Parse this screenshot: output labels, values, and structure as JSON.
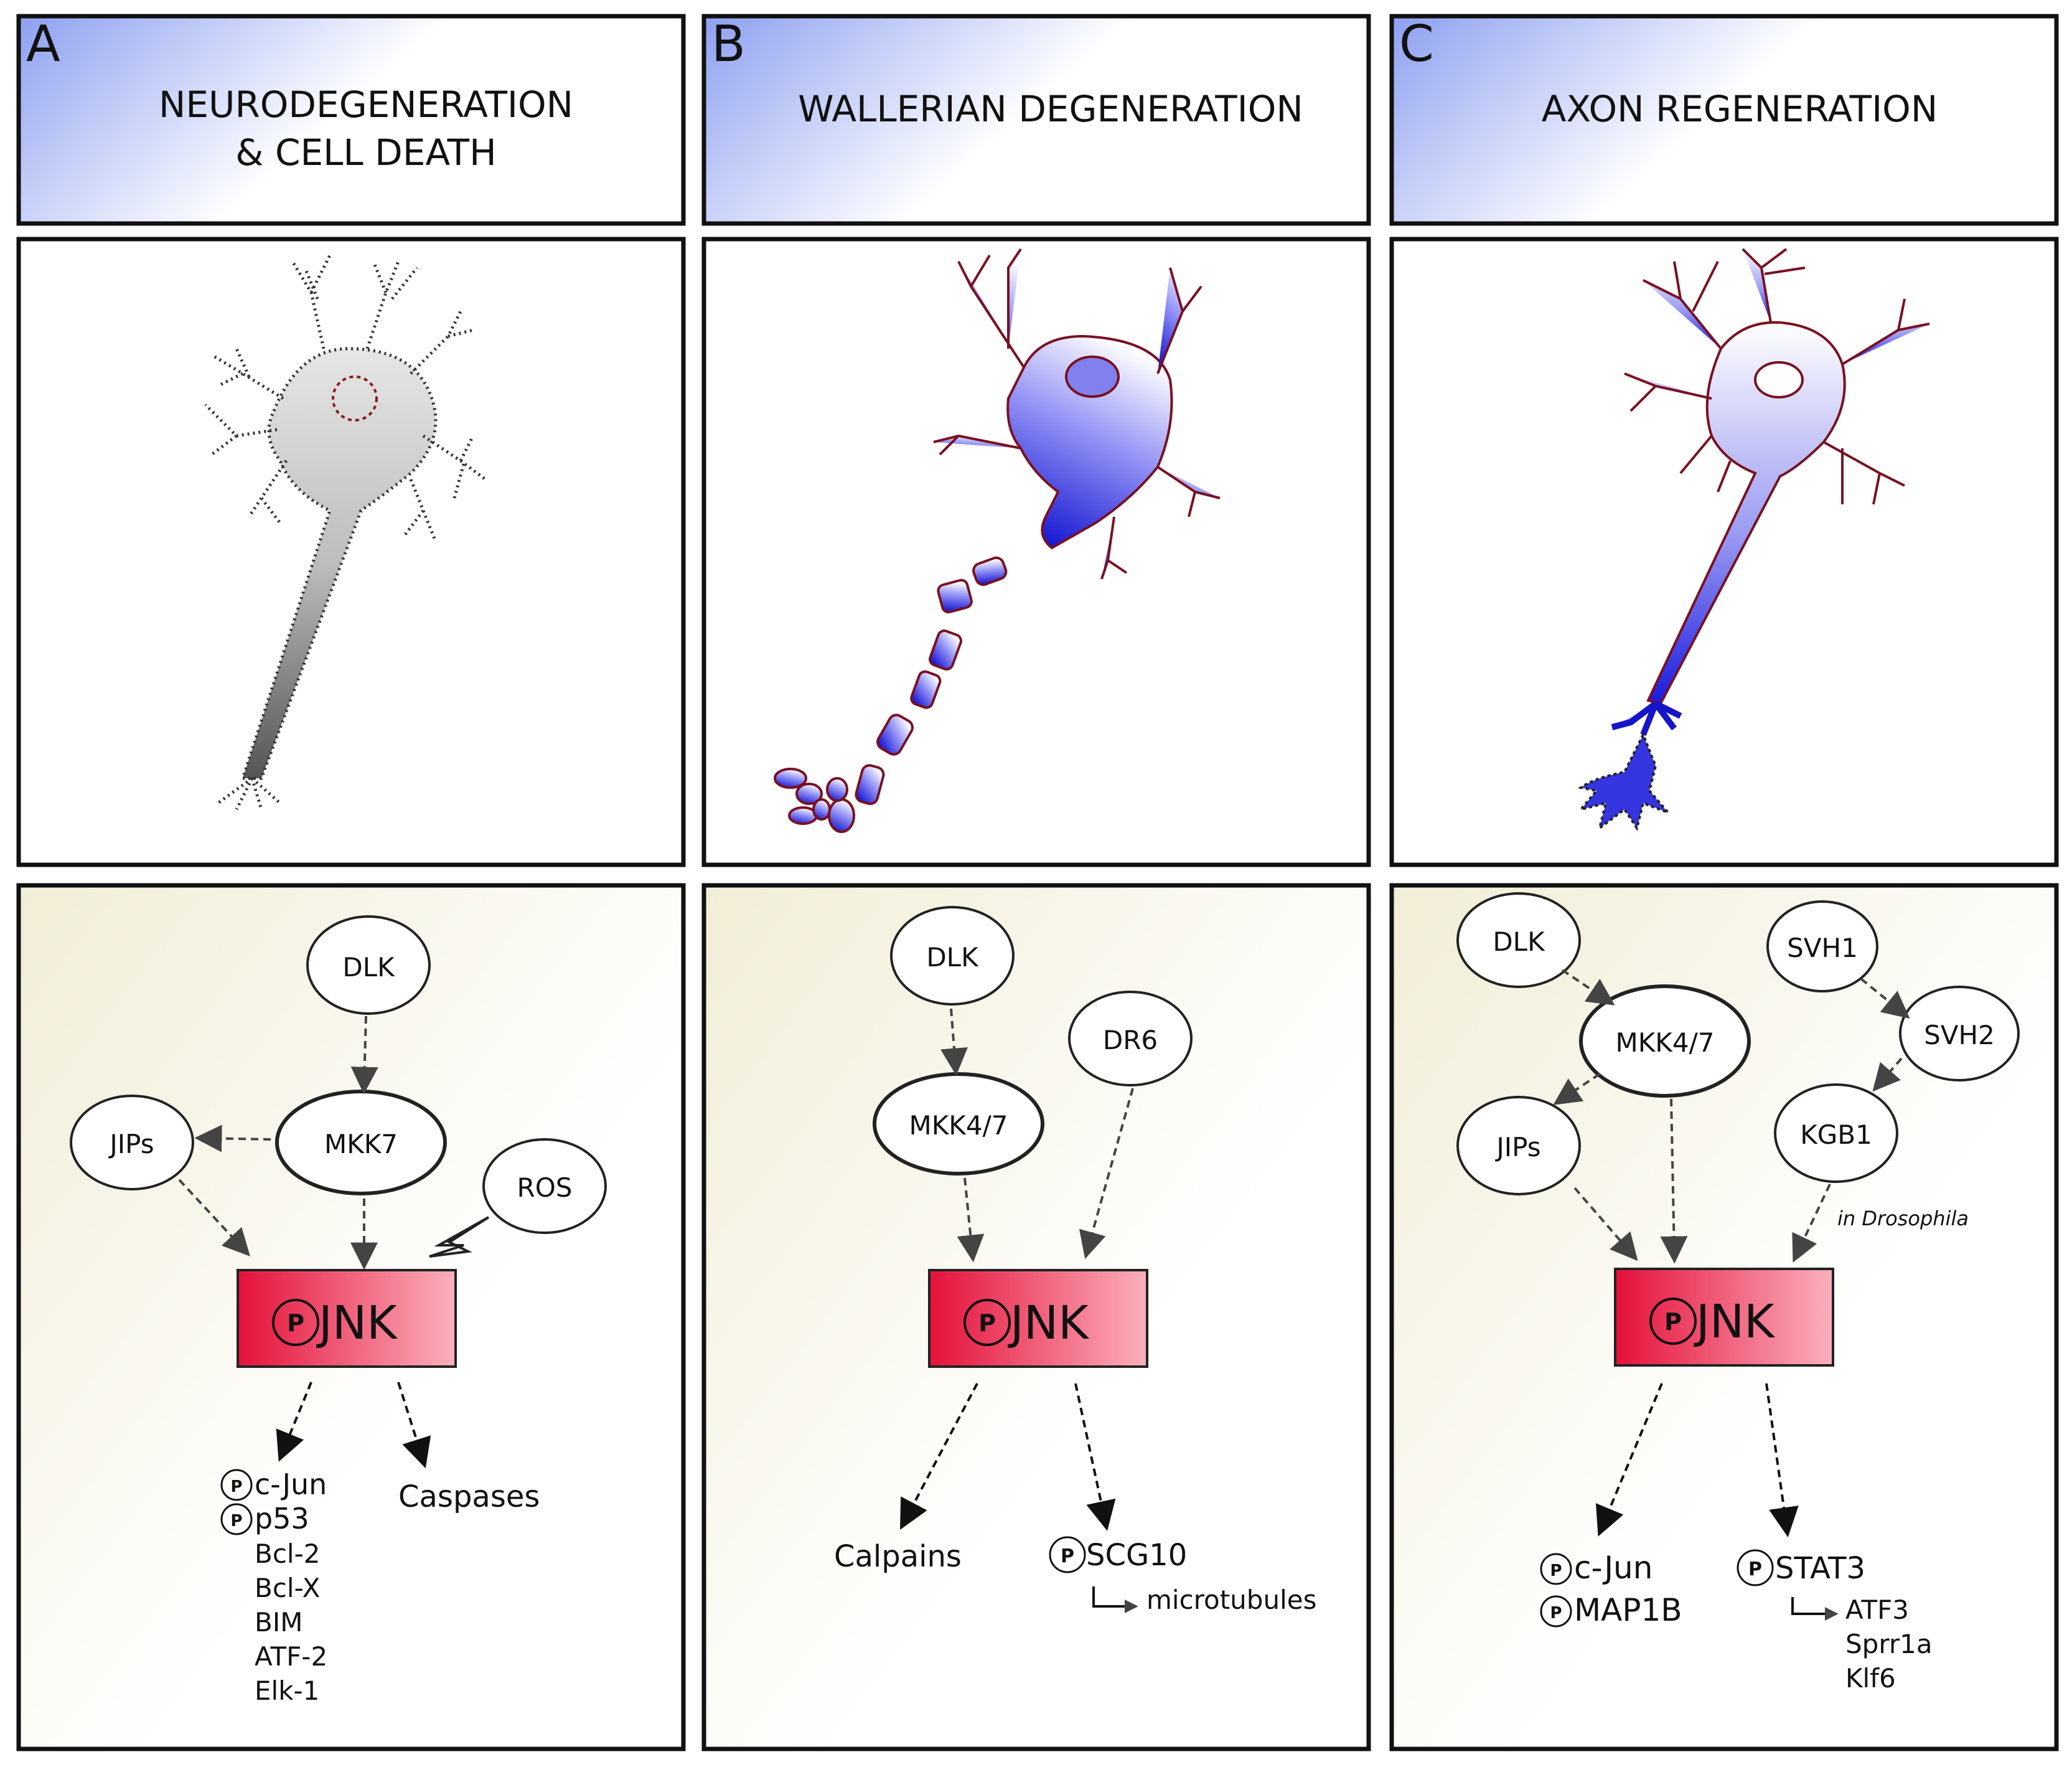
{
  "panels": [
    {
      "letter": "A",
      "title_lines": [
        "NEURODEGENERATION",
        "& CELL DEATH"
      ],
      "nodes": {
        "dlk": "DLK",
        "mkk": "MKK7",
        "jips": "JIPs",
        "ros": "ROS"
      },
      "jnk": {
        "p": "P",
        "label": "JNK"
      },
      "outputs": {
        "left": [
          {
            "text": "c-Jun",
            "phos": true
          },
          {
            "text": "p53",
            "phos": true
          },
          {
            "text": "Bcl-2",
            "phos": false
          },
          {
            "text": "Bcl-X",
            "phos": false
          },
          {
            "text": "BIM",
            "phos": false
          },
          {
            "text": "ATF-2",
            "phos": false
          },
          {
            "text": "Elk-1",
            "phos": false
          }
        ],
        "right": "Caspases"
      }
    },
    {
      "letter": "B",
      "title_lines": [
        "WALLERIAN DEGENERATION"
      ],
      "nodes": {
        "dlk": "DLK",
        "mkk": "MKK4/7",
        "dr6": "DR6"
      },
      "jnk": {
        "p": "P",
        "label": "JNK"
      },
      "outputs": {
        "left": "Calpains",
        "right": {
          "text": "SCG10",
          "phos": true,
          "sub": "microtubules"
        }
      }
    },
    {
      "letter": "C",
      "title_lines": [
        "AXON REGENERATION"
      ],
      "nodes": {
        "dlk": "DLK",
        "mkk": "MKK4/7",
        "jips": "JIPs",
        "svh1": "SVH1",
        "svh2": "SVH2",
        "kgb1": "KGB1",
        "note": "in Drosophila"
      },
      "jnk": {
        "p": "P",
        "label": "JNK"
      },
      "outputs": {
        "left": [
          {
            "text": "c-Jun",
            "phos": true
          },
          {
            "text": "MAP1B",
            "phos": true
          }
        ],
        "right": {
          "text": "STAT3",
          "phos": true,
          "sub": [
            "ATF3",
            "Sprr1a",
            "Klf6"
          ]
        }
      }
    }
  ],
  "colors": {
    "header_gradient": "#8da0f0",
    "pathway_bg": "#f4f1de",
    "jnk_fill": "#e8143c",
    "neuron_blue": "#2424e6",
    "neuron_outline": "#7a1020",
    "grey_neuron": "#c8c8c8"
  }
}
